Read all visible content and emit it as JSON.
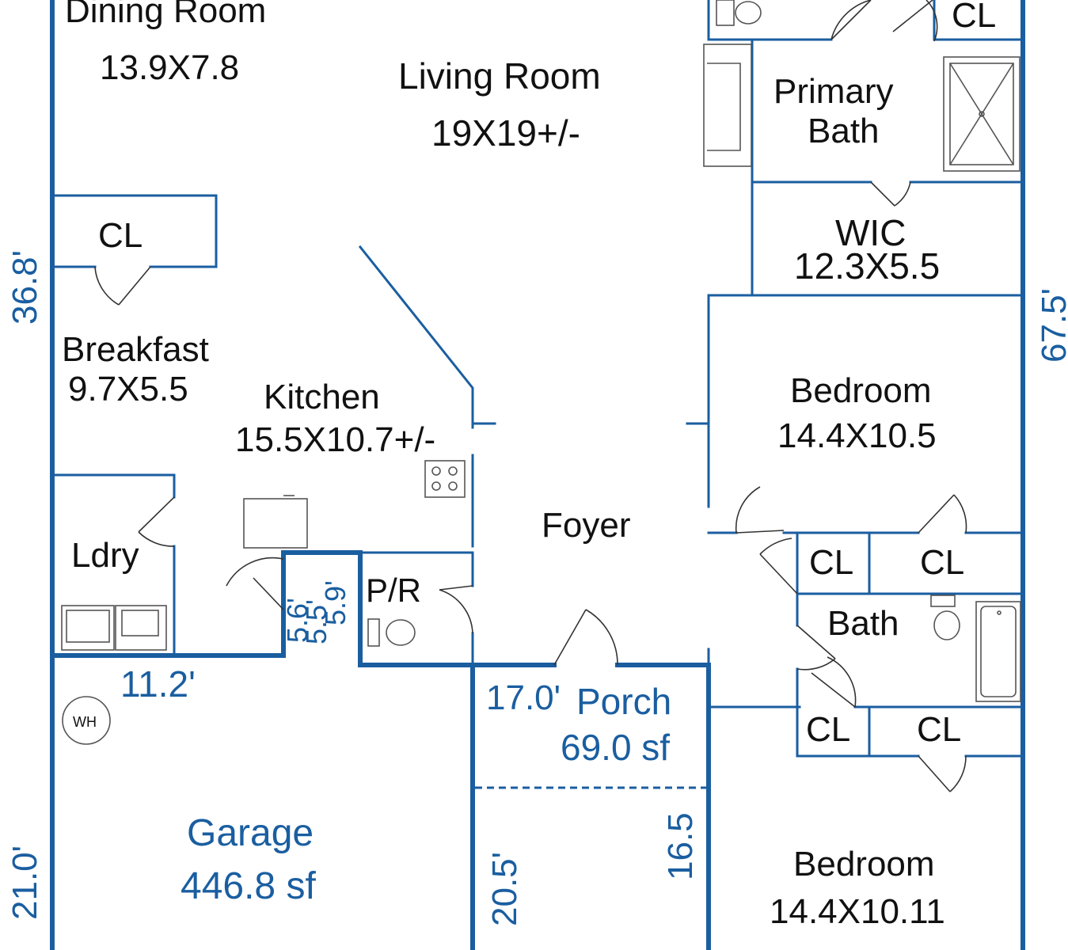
{
  "colors": {
    "wall": "#1a5ea0",
    "dimension_text": "#1a5ea0",
    "room_text": "#111111",
    "background": "#ffffff"
  },
  "rooms": {
    "dining": {
      "name": "Dining Room",
      "size": "13.9X7.8"
    },
    "living": {
      "name": "Living Room",
      "size": "19X19+/-"
    },
    "primary_bath": {
      "name_line1": "Primary",
      "name_line2": "Bath"
    },
    "wic": {
      "name": "WIC",
      "size": "12.3X5.5"
    },
    "breakfast": {
      "name": "Breakfast",
      "size": "9.7X5.5"
    },
    "kitchen": {
      "name": "Kitchen",
      "size": "15.5X10.7+/-"
    },
    "bedroom_1": {
      "name": "Bedroom",
      "size": "14.4X10.5"
    },
    "foyer": {
      "name": "Foyer"
    },
    "laundry": {
      "name": "Ldry"
    },
    "powder_room": {
      "name": "P/R"
    },
    "bath": {
      "name": "Bath"
    },
    "porch": {
      "name": "Porch",
      "area": "69.0 sf"
    },
    "garage": {
      "name": "Garage",
      "area": "446.8 sf"
    },
    "bedroom_2": {
      "name": "Bedroom",
      "size": "14.4X10.11"
    },
    "water_heater": {
      "label": "WH"
    }
  },
  "closets": {
    "top_right": "CL",
    "breakfast": "CL",
    "bedroom_left": "CL",
    "bedroom_right": "CL",
    "lower_left": "CL",
    "lower_right": "CL"
  },
  "dimensions": {
    "left_upper": "36.8'",
    "right": "67.5'",
    "left_lower": "21.0'",
    "garage_width": "11.2'",
    "hall_a": "5.6'",
    "hall_b": "5.5'",
    "hall_c": "5.9'",
    "porch_width": "17.0'",
    "porch_depth": "16.5",
    "garage_depth": "20.5'"
  }
}
